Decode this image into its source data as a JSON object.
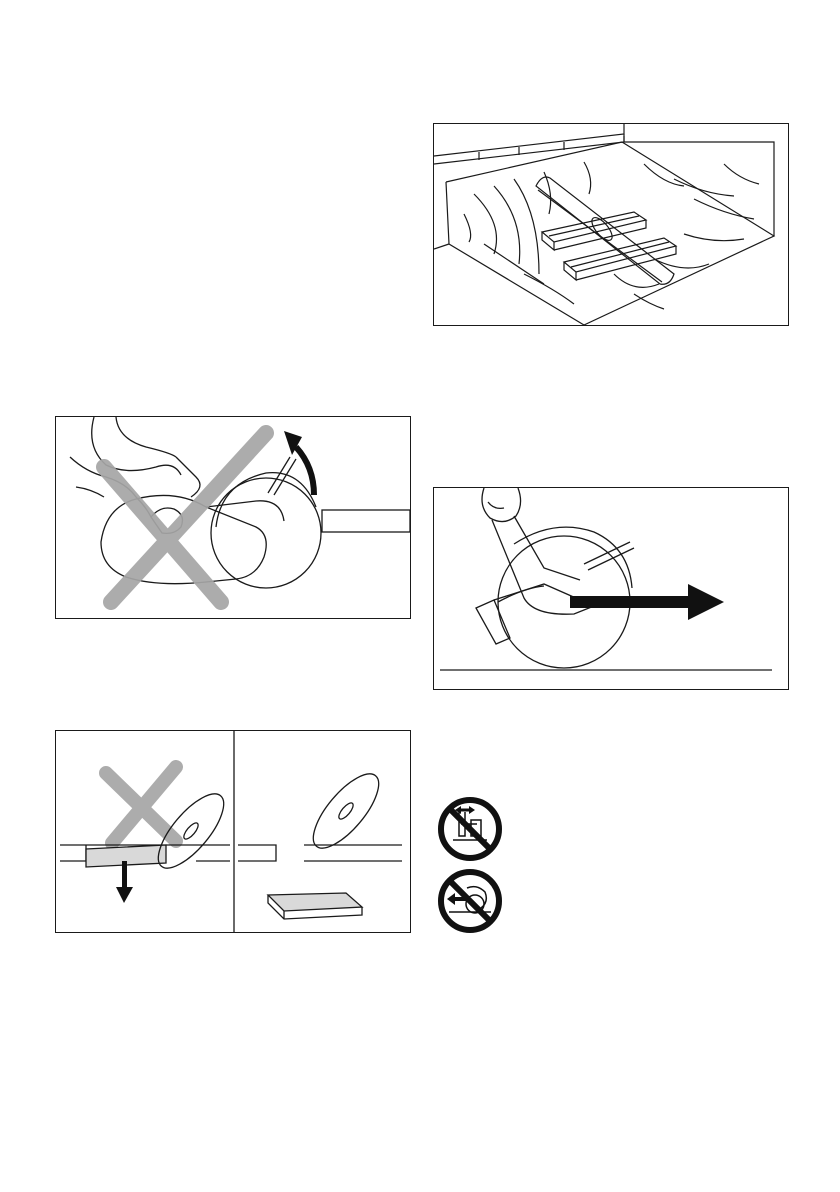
{
  "figures": {
    "trench_pipe": {
      "icon": "pipe-on-supports-in-trench"
    },
    "kickback_wrong": {
      "icon": "cut-off-saw-kickback-prohibited"
    },
    "forward_cut": {
      "icon": "cut-off-saw-forward-motion"
    },
    "falling_piece": {
      "icon": "falling-workpiece-prohibited-vs-correct"
    }
  },
  "symbols": [
    {
      "icon": "no-side-pressure-prohibition-icon"
    },
    {
      "icon": "no-backward-cutting-prohibition-icon"
    }
  ],
  "colors": {
    "line": "#1a1a1a",
    "cross": "#a6a6a6",
    "prohibition_red": "#111111"
  },
  "footer": {
    "text": ""
  }
}
